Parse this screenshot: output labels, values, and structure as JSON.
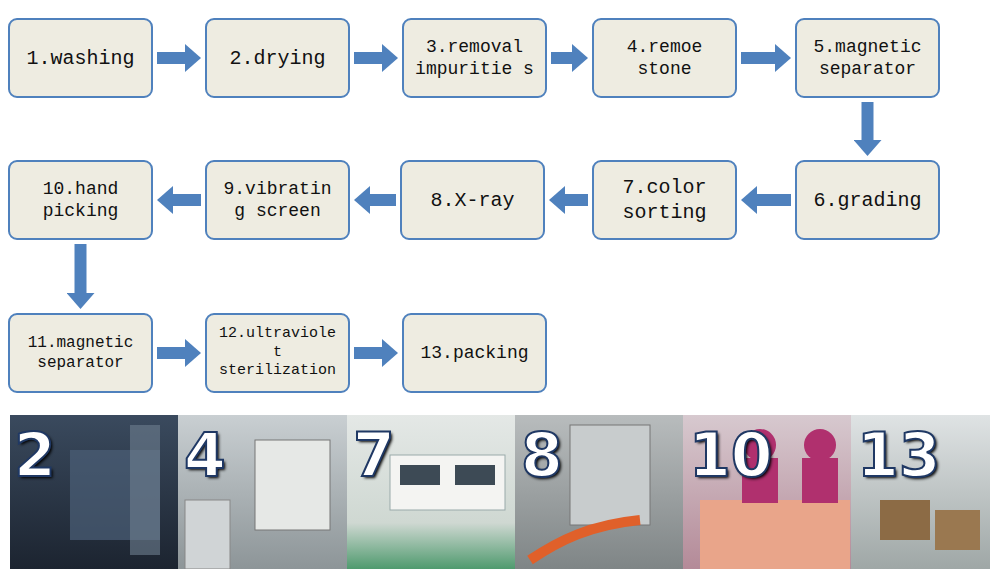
{
  "diagram": {
    "nodes": [
      {
        "text": [
          "1.washing"
        ]
      },
      {
        "text": [
          "2.drying"
        ]
      },
      {
        "text": [
          "3.removal impuritie s"
        ]
      },
      {
        "text": [
          "4.remoe stone"
        ]
      },
      {
        "text": [
          "5.magnetic separator"
        ]
      },
      {
        "text": [
          "6.grading"
        ]
      },
      {
        "text": [
          "7.color sorting"
        ]
      },
      {
        "text": [
          "8.X-ray"
        ]
      },
      {
        "text": [
          "9.vibratin g screen"
        ]
      },
      {
        "text": [
          "10.hand picking"
        ]
      },
      {
        "text": [
          "11.magnetic separator"
        ]
      },
      {
        "text": [
          "12.ultraviole t sterilization"
        ]
      },
      {
        "text": [
          "13.packing"
        ]
      }
    ],
    "edges": [
      {
        "from": 0,
        "to": 1,
        "arrow": "to"
      },
      {
        "from": 1,
        "to": 2,
        "arrow": "to"
      },
      {
        "from": 2,
        "to": 3,
        "arrow": "to"
      },
      {
        "from": 3,
        "to": 4,
        "arrow": "to"
      },
      {
        "from": 4,
        "to": 5,
        "arrow": "to"
      },
      {
        "from": 5,
        "to": 6,
        "arrow": "to"
      },
      {
        "from": 6,
        "to": 7,
        "arrow": "to"
      },
      {
        "from": 7,
        "to": 8,
        "arrow": "to"
      },
      {
        "from": 8,
        "to": 9,
        "arrow": "to"
      },
      {
        "from": 9,
        "to": 10,
        "arrow": "to"
      },
      {
        "from": 10,
        "to": 11,
        "arrow": "to"
      },
      {
        "from": 11,
        "to": 12,
        "arrow": "to"
      }
    ],
    "labels": [
      "2",
      "4",
      "7",
      "8",
      "10",
      "13"
    ]
  }
}
